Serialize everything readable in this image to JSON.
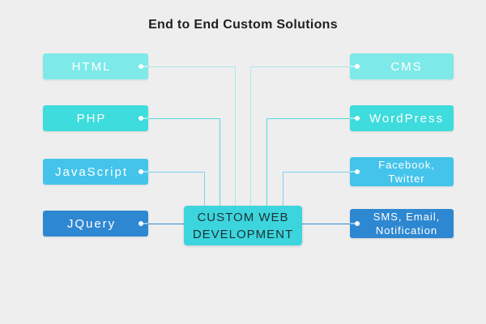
{
  "title": "End to End Custom Solutions",
  "diagram": {
    "center": {
      "line1": "CUSTOM WEB",
      "line2": "DEVELOPMENT"
    },
    "left": [
      {
        "label": "HTML"
      },
      {
        "label": "PHP"
      },
      {
        "label": "JavaScript"
      },
      {
        "label": "JQuery"
      }
    ],
    "right": [
      {
        "line1": "CMS",
        "line2": ""
      },
      {
        "line1": "WordPress",
        "line2": ""
      },
      {
        "line1": "Facebook,",
        "line2": "Twitter"
      },
      {
        "line1": "SMS, Email,",
        "line2": "Notification"
      }
    ]
  },
  "colors": {
    "bg": "#eeeeee",
    "box1": "#7de9e9",
    "box2": "#3edcdc",
    "box3": "#44c4eb",
    "box4": "#2e87d1",
    "center_box": "#3dd5dd",
    "line1": "#a9e9ec",
    "line2": "#58dade",
    "line3": "#7fcff0",
    "line4": "#2e87d1",
    "box_text": "#ffffff",
    "center_text": "#1d3138",
    "title_text": "#1f1f1f"
  }
}
